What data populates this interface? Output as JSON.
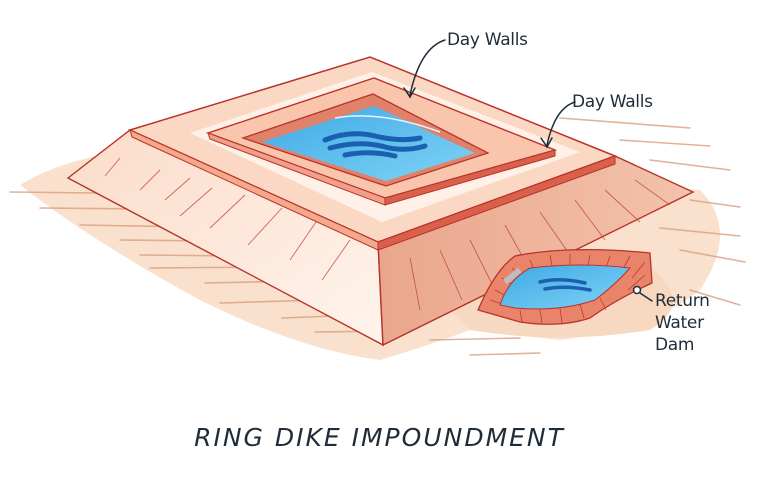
{
  "diagram": {
    "title": "RING DIKE IMPOUNDMENT",
    "labels": [
      {
        "id": "day-walls-1",
        "text": "Day Walls",
        "points_to": "inner-wall-ring"
      },
      {
        "id": "day-walls-2",
        "text": "Day Walls",
        "points_to": "inner-wall-corner"
      },
      {
        "id": "return-water-dam",
        "text": "Return\nWater\nDam",
        "points_to": "return-water-dam-pond"
      }
    ],
    "components": [
      {
        "name": "ring-dike-embankment",
        "description": "Large square earthen embankment with sloped sides"
      },
      {
        "name": "day-walls",
        "description": "Inner raised walls around the pond"
      },
      {
        "name": "tailings-pond",
        "description": "Central water pool"
      },
      {
        "name": "return-water-dam",
        "description": "Small curved pond at the base of the embankment"
      }
    ],
    "colors": {
      "embankment_light": "#fde6d8",
      "embankment_mid": "#f5b79c",
      "embankment_dark": "#e58a6e",
      "outline": "#b8332a",
      "water_light": "#6dc8ef",
      "water_dark": "#1b5fb0",
      "ground": "#f6d6bd",
      "text": "#1f2d3a"
    }
  }
}
